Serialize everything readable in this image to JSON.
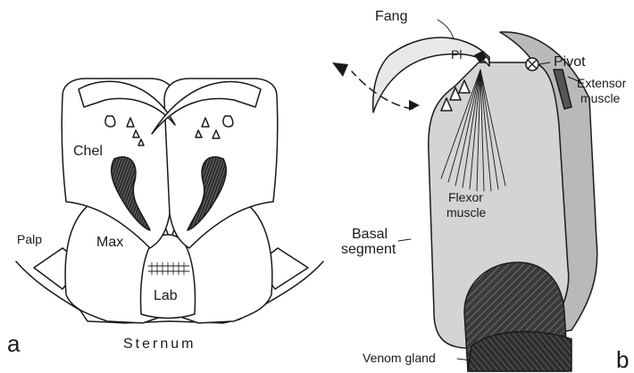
{
  "panel_a": {
    "letter": "a",
    "labels": {
      "chel": "Chel",
      "max": "Max",
      "palp": "Palp",
      "lab": "Lab",
      "sternum": "Sternum"
    }
  },
  "panel_b": {
    "letter": "b",
    "labels": {
      "fang": "Fang",
      "pl": "Pl",
      "pivot": "Pivot",
      "extensor_line1": "Extensor",
      "extensor_line2": "muscle",
      "flexor_line1": "Flexor",
      "flexor_line2": "muscle",
      "basal_line1": "Basal",
      "basal_line2": "segment",
      "venom_gland": "Venom gland"
    }
  },
  "colors": {
    "ink": "#1a1a1a",
    "basal_fill": "#d4d4d4",
    "band_fill": "#b9b9b9",
    "gland_fill": "#3a3a3a",
    "paper": "#ffffff"
  }
}
